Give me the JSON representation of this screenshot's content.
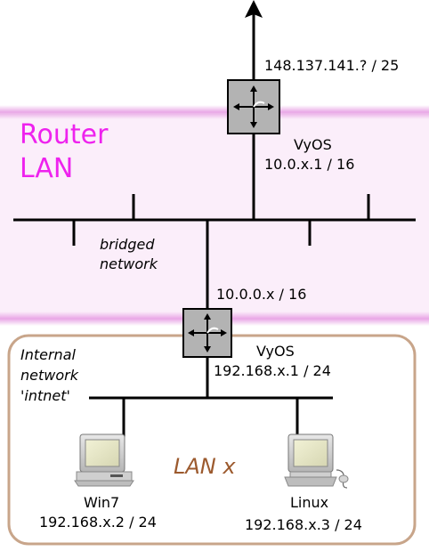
{
  "wan_address": "148.137.141.? / 25",
  "router_lan": {
    "title_line1": "Router",
    "title_line2": "LAN",
    "color": "#ee22ee",
    "band_color": "#f7dcf5"
  },
  "upper_router": {
    "name": "VyOS",
    "address": "10.0.x.1 / 16",
    "icon": "router-icon"
  },
  "bridged": {
    "line1": "bridged",
    "line2": "network"
  },
  "link_address": "10.0.0.x / 16",
  "lower_router": {
    "name": "VyOS",
    "address": "192.168.x.1 / 24",
    "icon": "router-icon"
  },
  "internal": {
    "line1": "Internal",
    "line2": "network",
    "line3": "'intnet'"
  },
  "lan_x": {
    "label": "LAN x",
    "color": "#9c5a2e",
    "border_color": "#c8a58a"
  },
  "hosts": [
    {
      "name": "Win7",
      "address": "192.168.x.2 / 24",
      "icon": "computer-icon"
    },
    {
      "name": "Linux",
      "address": "192.168.x.3 / 24",
      "icon": "computer-icon"
    }
  ]
}
